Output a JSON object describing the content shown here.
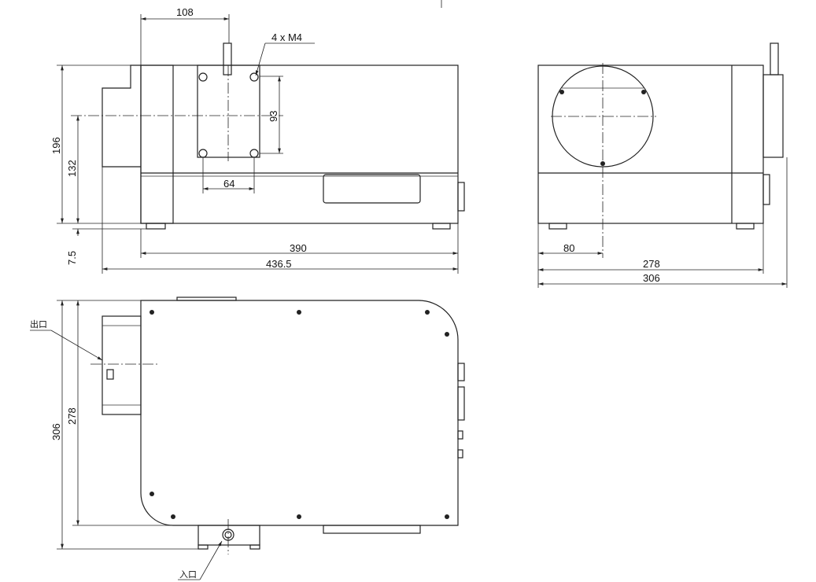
{
  "front_view": {
    "dims": {
      "d108": "108",
      "thread": "4 x M4",
      "d93": "93",
      "d64": "64",
      "d196": "196",
      "d132": "132",
      "d7_5": "7.5",
      "d390": "390",
      "d436_5": "436.5"
    }
  },
  "side_view": {
    "dims": {
      "d80": "80",
      "d278": "278",
      "d306": "306"
    }
  },
  "top_view": {
    "dims": {
      "d306": "306",
      "d278": "278"
    },
    "labels": {
      "outlet": "出口",
      "inlet": "入口"
    }
  }
}
